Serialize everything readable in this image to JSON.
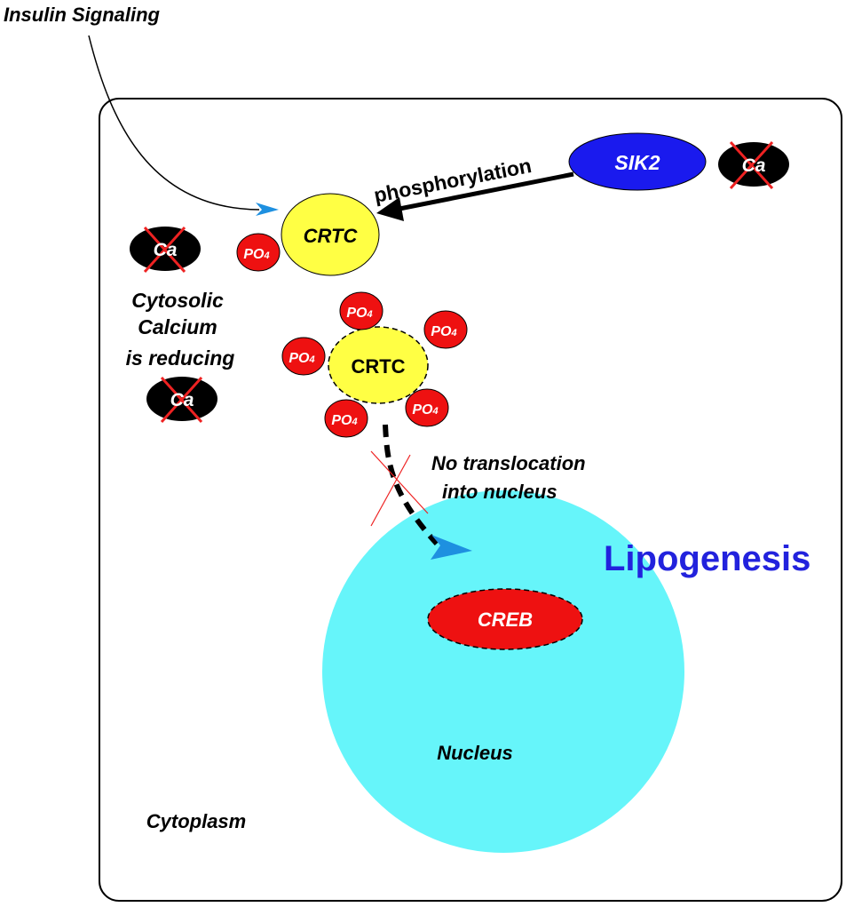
{
  "labels": {
    "insulin_signaling": "Insulin Signaling",
    "phosphorylation": "phosphorylation",
    "sik2": "SIK2",
    "crtc_top": "CRTC",
    "crtc_middle": "CRTC",
    "creb": "CREB",
    "ca": "Ca",
    "po4": "PO",
    "po4_sub": "4",
    "cytosolic_line1": "Cytosolic",
    "cytosolic_line2": "Calcium",
    "cytosolic_line3": "is reducing",
    "no_translocation_line1": "No translocation",
    "no_translocation_line2": "into nucleus",
    "lipogenesis": "Lipogenesis",
    "nucleus": "Nucleus",
    "cytoplasm": "Cytoplasm"
  },
  "colors": {
    "sik2_fill": "#1a1aee",
    "crtc_fill": "#ffff44",
    "po4_fill": "#ee1111",
    "creb_fill": "#ee1111",
    "nucleus_fill": "#66f5fa",
    "lipogenesis_text": "#2222dd",
    "ca_fill": "#000000",
    "cross_line": "#ee2222",
    "arrow_head_blue": "#1e90e0"
  }
}
